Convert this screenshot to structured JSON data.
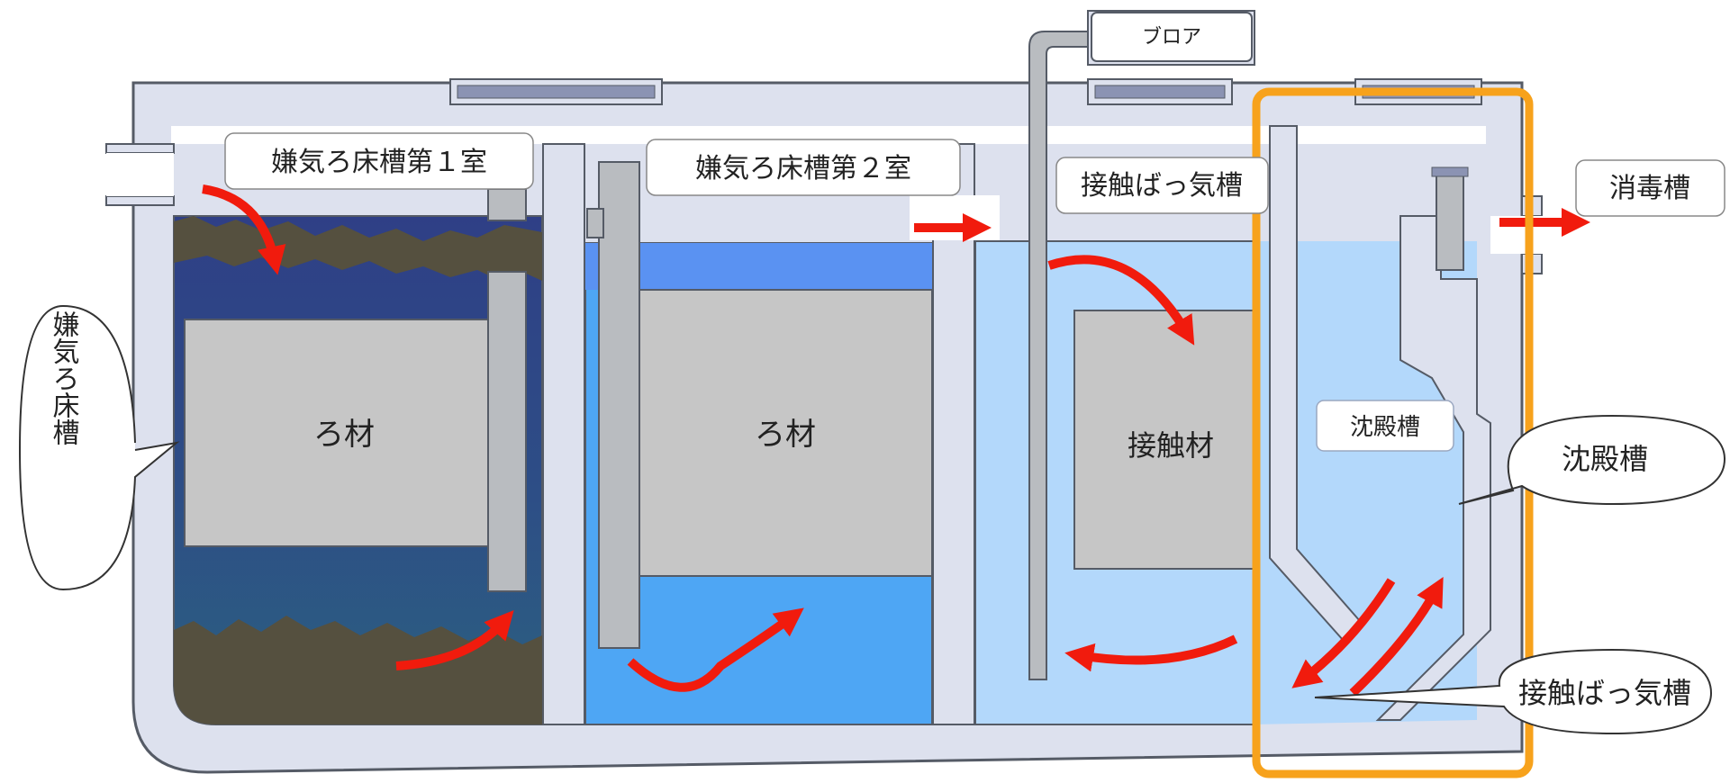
{
  "labels": {
    "anaerobic_room1": "嫌気ろ床槽第１室",
    "anaerobic_room2": "嫌気ろ床槽第２室",
    "aeration_tank": "接触ばっ気槽",
    "blower": "ブロア",
    "disinfection_tank": "消毒槽",
    "filter_media_1": "ろ材",
    "filter_media_2": "ろ材",
    "contact_media": "接触材",
    "settling_tank_inner": "沈殿槽",
    "callout_anaerobic": "嫌気ろ床槽",
    "callout_settling": "沈殿槽",
    "callout_aeration": "接触ばっ気槽"
  },
  "colors": {
    "tank_wall": "#dde1ee",
    "tank_outline": "#555b66",
    "sludge": "#55503f",
    "water_dark_top": "#2f3f86",
    "water_dark_bottom": "#2c5a80",
    "water_mid": "#4ea6f4",
    "water_mid_top": "#5a92f2",
    "water_light": "#b3d8fb",
    "media_gray": "#c6c6c6",
    "pipe_gray": "#b9bcc0",
    "arrow_red": "#f11b0d",
    "highlight_orange": "#f7a21c"
  }
}
